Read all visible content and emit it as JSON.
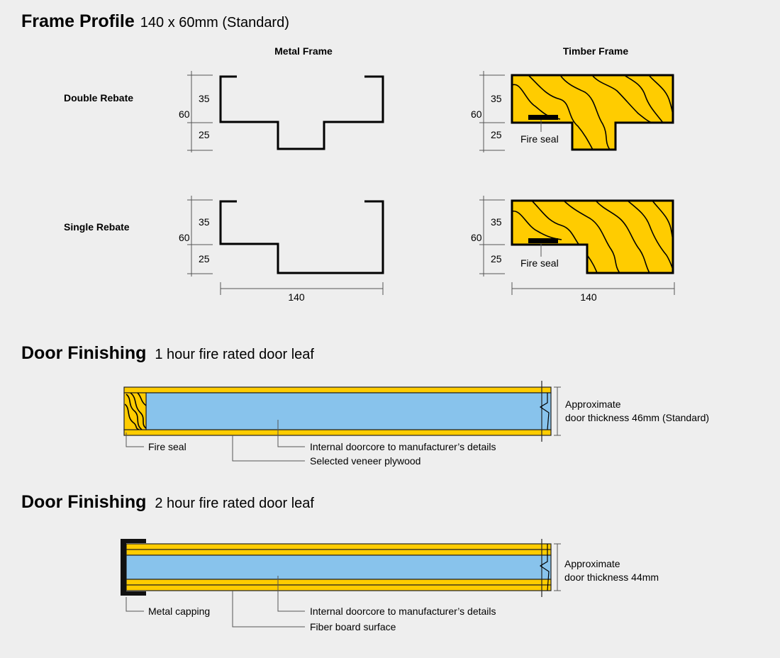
{
  "frame_profile": {
    "title": "Frame Profile",
    "subtitle": "140 x 60mm (Standard)",
    "col_metal": "Metal Frame",
    "col_timber": "Timber Frame",
    "row_double": "Double Rebate",
    "row_single": "Single Rebate",
    "dim_total": "60",
    "dim_upper": "35",
    "dim_lower": "25",
    "dim_width": "140",
    "fire_seal": "Fire seal"
  },
  "door_1hr": {
    "title": "Door Finishing",
    "subtitle": "1 hour fire rated door leaf",
    "thickness_line1": "Approximate",
    "thickness_line2": "door thickness 46mm (Standard)",
    "label_edge": "Fire seal",
    "label_core": "Internal doorcore to manufacturer’s details",
    "label_surface": "Selected veneer plywood"
  },
  "door_2hr": {
    "title": "Door Finishing",
    "subtitle": "2 hour fire rated door leaf",
    "thickness_line1": "Approximate",
    "thickness_line2": "door thickness 44mm",
    "label_edge": "Metal capping",
    "label_core": "Internal doorcore to manufacturer’s details",
    "label_surface": "Fiber board surface"
  },
  "colors": {
    "background": "#eeeeee",
    "timber": "#ffcc00",
    "core": "#88c3ec",
    "line": "#000000"
  }
}
